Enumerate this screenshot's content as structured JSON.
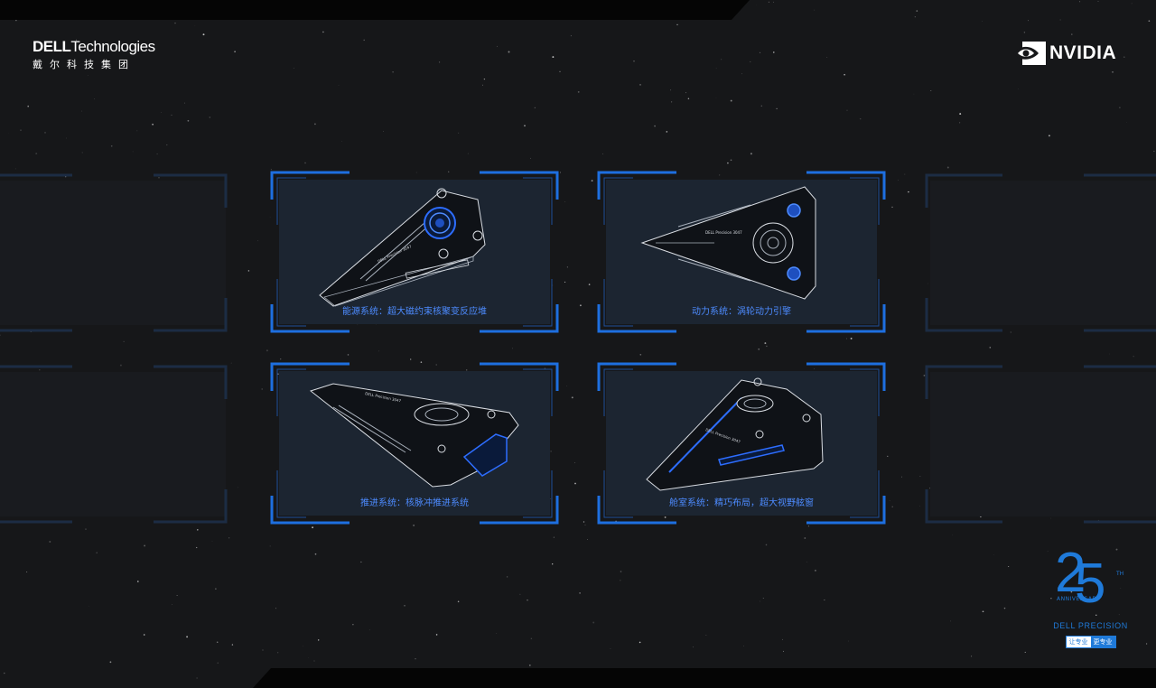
{
  "header": {
    "dell_brand_bold": "DELL",
    "dell_brand_rest": "Technologies",
    "dell_subtitle": "戴尔科技集团",
    "nvidia_label": "NVIDIA"
  },
  "cards": [
    {
      "caption": "能源系统：超大磁约束核聚变反应堆",
      "ship_label": "DELL Precision 3047"
    },
    {
      "caption": "动力系统：涡轮动力引擎",
      "ship_label": "DELL Precision 3047"
    },
    {
      "caption": "推进系统：核脉冲推进系统",
      "ship_label": "DELL Precision 3047"
    },
    {
      "caption": "舱室系统：精巧布局，超大视野舷窗",
      "ship_label": "DELL Precision 3047"
    }
  ],
  "anniversary": {
    "digit_two": "2",
    "digit_five": "5",
    "suffix": "TH",
    "word": "ANNIVERSARY",
    "product": "DELL PRECISION",
    "slogan_a": "让专业",
    "slogan_b": "更专业"
  },
  "colors": {
    "accent_blue": "#1f7ad9",
    "caption_blue": "#4d8bff",
    "frame_blue": "#1e6fe0",
    "background": "#161719"
  }
}
